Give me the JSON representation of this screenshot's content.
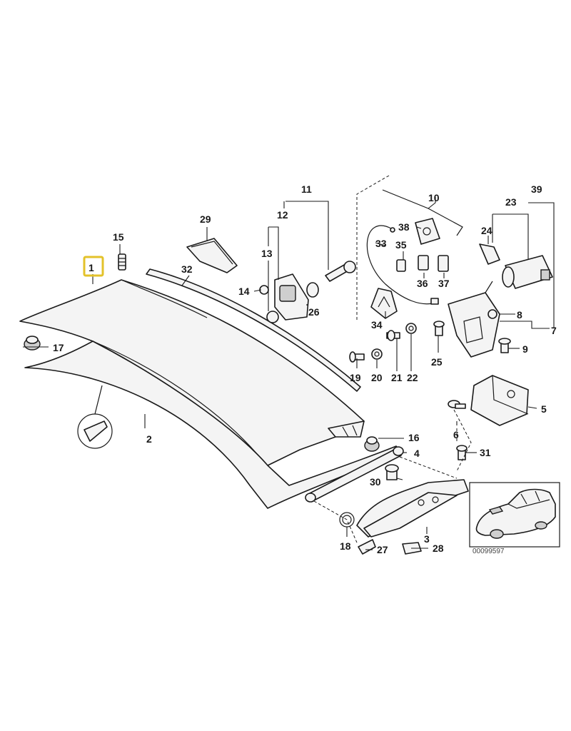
{
  "diagram": {
    "reference_number": "00099597",
    "highlighted_part": "1",
    "parts": [
      {
        "id": "p1",
        "label": "1"
      },
      {
        "id": "p2",
        "label": "2"
      },
      {
        "id": "p3",
        "label": "3"
      },
      {
        "id": "p4",
        "label": "4"
      },
      {
        "id": "p5",
        "label": "5"
      },
      {
        "id": "p6",
        "label": "6"
      },
      {
        "id": "p7",
        "label": "7"
      },
      {
        "id": "p8",
        "label": "8"
      },
      {
        "id": "p9",
        "label": "9"
      },
      {
        "id": "p10",
        "label": "10"
      },
      {
        "id": "p11",
        "label": "11"
      },
      {
        "id": "p12",
        "label": "12"
      },
      {
        "id": "p13",
        "label": "13"
      },
      {
        "id": "p14",
        "label": "14"
      },
      {
        "id": "p15",
        "label": "15"
      },
      {
        "id": "p16",
        "label": "16"
      },
      {
        "id": "p17",
        "label": "17"
      },
      {
        "id": "p18",
        "label": "18"
      },
      {
        "id": "p19",
        "label": "19"
      },
      {
        "id": "p20",
        "label": "20"
      },
      {
        "id": "p21",
        "label": "21"
      },
      {
        "id": "p22",
        "label": "22"
      },
      {
        "id": "p23",
        "label": "23"
      },
      {
        "id": "p24",
        "label": "24"
      },
      {
        "id": "p25",
        "label": "25"
      },
      {
        "id": "p26",
        "label": "26"
      },
      {
        "id": "p27",
        "label": "27"
      },
      {
        "id": "p28",
        "label": "28"
      },
      {
        "id": "p29",
        "label": "29"
      },
      {
        "id": "p30",
        "label": "30"
      },
      {
        "id": "p31",
        "label": "31"
      },
      {
        "id": "p32",
        "label": "32"
      },
      {
        "id": "p33",
        "label": "33"
      },
      {
        "id": "p34",
        "label": "34"
      },
      {
        "id": "p35",
        "label": "35"
      },
      {
        "id": "p36",
        "label": "36"
      },
      {
        "id": "p37",
        "label": "37"
      },
      {
        "id": "p38",
        "label": "38"
      },
      {
        "id": "p39",
        "label": "39"
      }
    ]
  }
}
